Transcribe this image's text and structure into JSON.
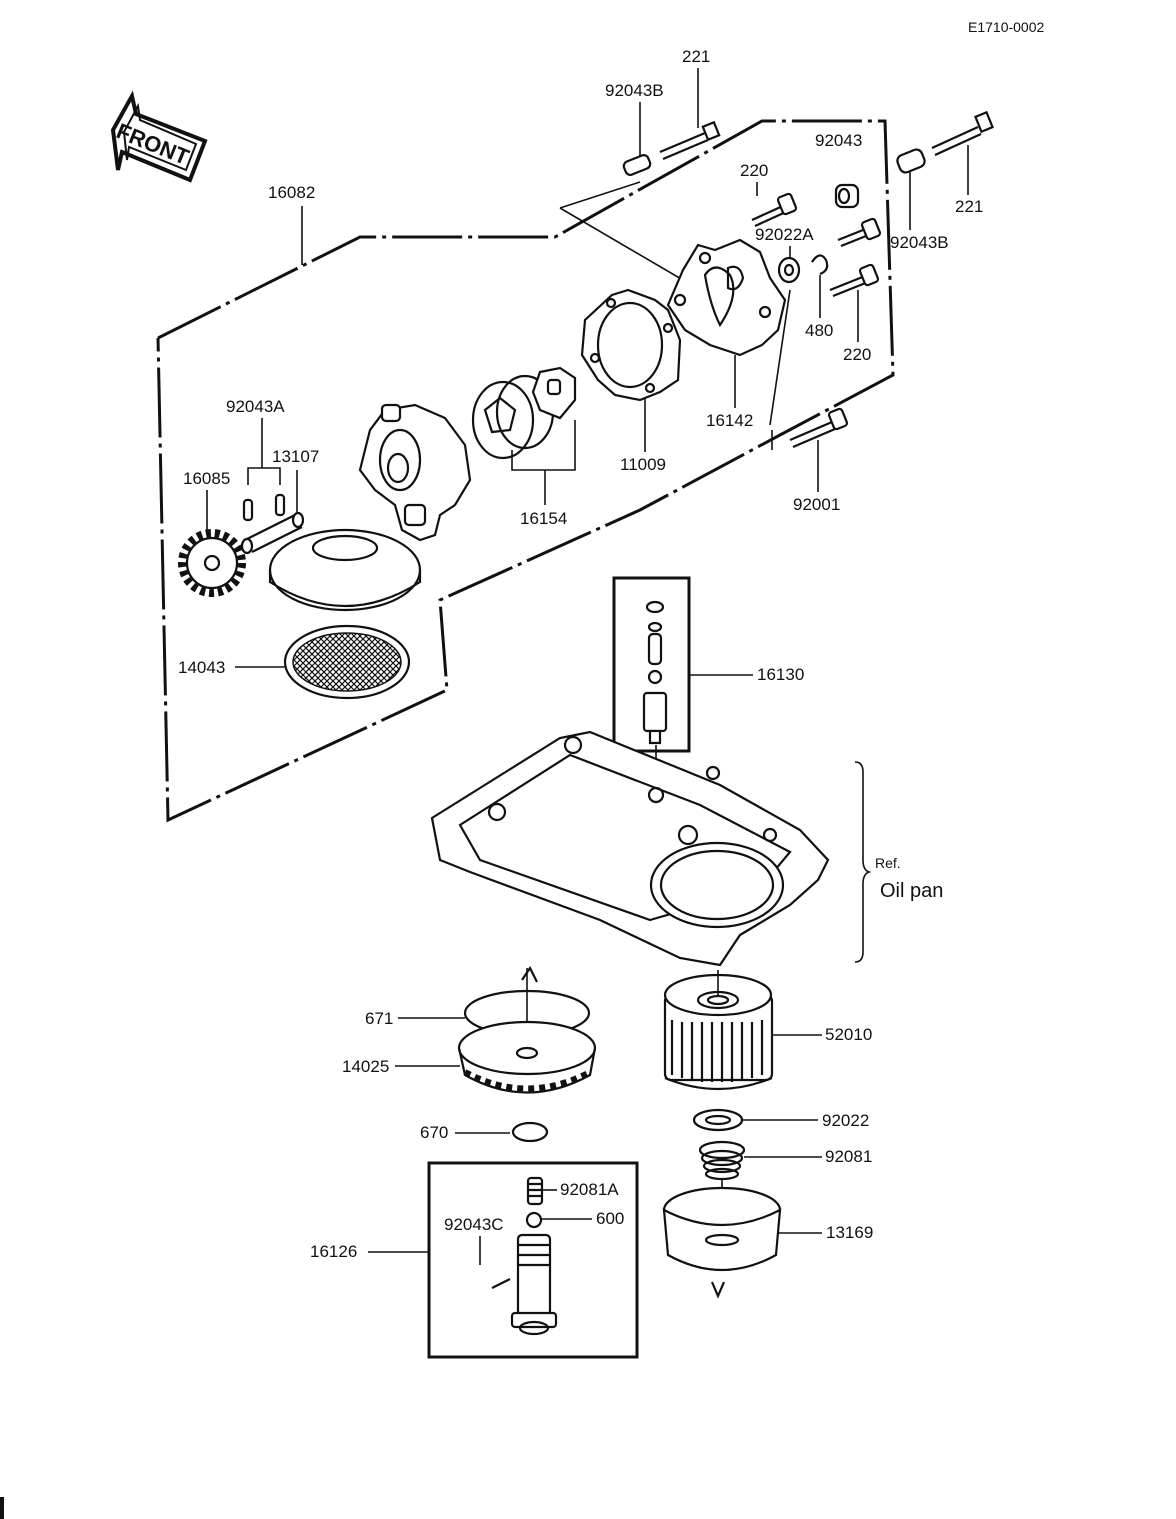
{
  "doc_code": "E1710-0002",
  "front_label": "FRONT",
  "ref_label": "Ref.",
  "oil_pan_label": "Oil pan",
  "parts": {
    "p221_top": "221",
    "p92043B_top": "92043B",
    "p16082": "16082",
    "p220_top": "220",
    "p92043": "92043",
    "p221_right": "221",
    "p92043B_right": "92043B",
    "p92022A": "92022A",
    "p480": "480",
    "p220_right": "220",
    "p16142": "16142",
    "p11009": "11009",
    "p16154": "16154",
    "p92001": "92001",
    "p92043A": "92043A",
    "p13107": "13107",
    "p16085": "16085",
    "p14043": "14043",
    "p16130": "16130",
    "p671": "671",
    "p14025": "14025",
    "p52010": "52010",
    "p670": "670",
    "p92022": "92022",
    "p92081": "92081",
    "p92081A": "92081A",
    "p600": "600",
    "p92043C": "92043C",
    "p16126": "16126",
    "p13169": "13169"
  }
}
